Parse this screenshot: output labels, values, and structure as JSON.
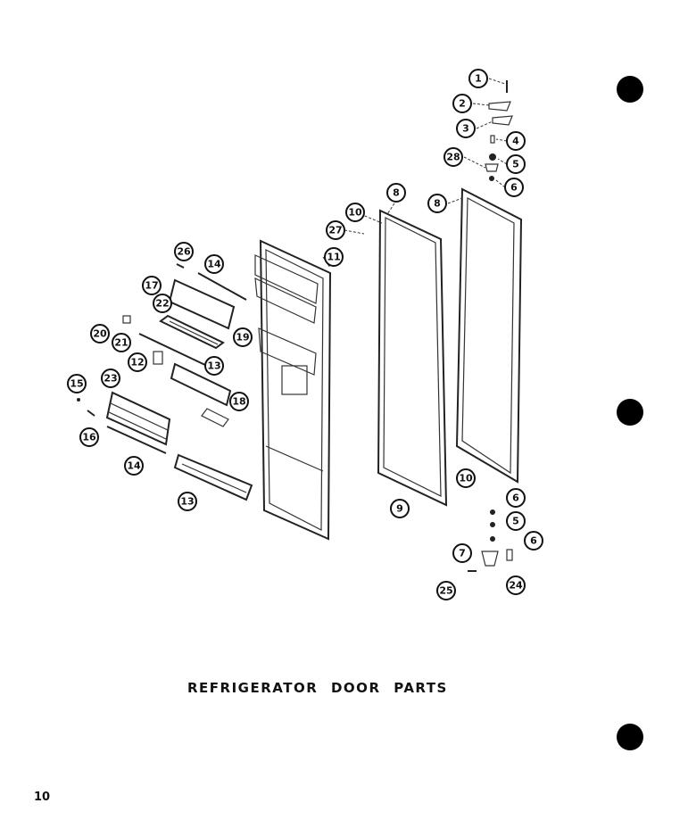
{
  "caption": "REFRIGERATOR DOOR PARTS",
  "page_number": "10",
  "callouts": [
    {
      "label": "1"
    },
    {
      "label": "2"
    },
    {
      "label": "3"
    },
    {
      "label": "4"
    },
    {
      "label": "5"
    },
    {
      "label": "28"
    },
    {
      "label": "6"
    },
    {
      "label": "8"
    },
    {
      "label": "8"
    },
    {
      "label": "10"
    },
    {
      "label": "27"
    },
    {
      "label": "11"
    },
    {
      "label": "26"
    },
    {
      "label": "14"
    },
    {
      "label": "17"
    },
    {
      "label": "22"
    },
    {
      "label": "20"
    },
    {
      "label": "21"
    },
    {
      "label": "19"
    },
    {
      "label": "12"
    },
    {
      "label": "13"
    },
    {
      "label": "15"
    },
    {
      "label": "23"
    },
    {
      "label": "18"
    },
    {
      "label": "16"
    },
    {
      "label": "14"
    },
    {
      "label": "13"
    },
    {
      "label": "10"
    },
    {
      "label": "9"
    },
    {
      "label": "6"
    },
    {
      "label": "5"
    },
    {
      "label": "6"
    },
    {
      "label": "7"
    },
    {
      "label": "25"
    },
    {
      "label": "24"
    }
  ],
  "colors": {
    "ink": "#111111",
    "paper": "#ffffff"
  }
}
